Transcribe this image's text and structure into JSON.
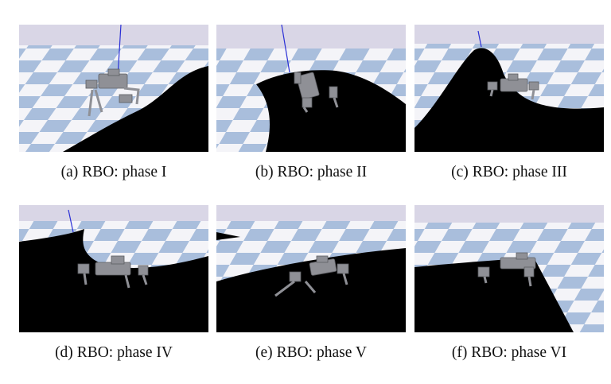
{
  "figure": {
    "panels": [
      {
        "letter": "(a)",
        "label": "RBO: phase I"
      },
      {
        "letter": "(b)",
        "label": "RBO: phase II"
      },
      {
        "letter": "(c)",
        "label": "RBO: phase III"
      },
      {
        "letter": "(d)",
        "label": "RBO: phase IV"
      },
      {
        "letter": "(e)",
        "label": "RBO: phase V"
      },
      {
        "letter": "(f)",
        "label": "RBO: phase VI"
      }
    ],
    "colors": {
      "sky": "#d9d6e6",
      "checker_light": "#f4f4f8",
      "checker_blue": "#a9bedc",
      "shadow_region": "#000000",
      "robot": "#8f9096",
      "robot_dark": "#5c5d62",
      "axis_line": "#2a2fd6"
    }
  }
}
